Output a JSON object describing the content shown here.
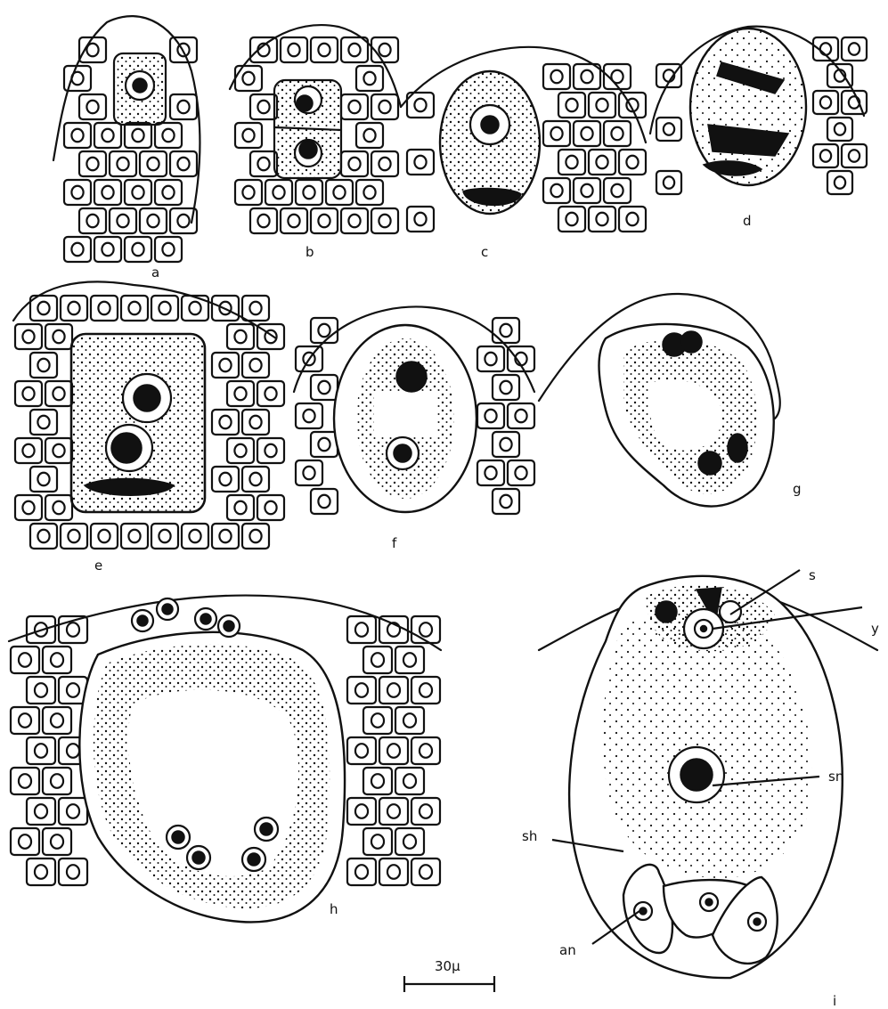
{
  "panels": [
    {
      "id": "a",
      "label": "a"
    },
    {
      "id": "b",
      "label": "b"
    },
    {
      "id": "c",
      "label": "c"
    },
    {
      "id": "d",
      "label": "d"
    },
    {
      "id": "e",
      "label": "e"
    },
    {
      "id": "f",
      "label": "f"
    },
    {
      "id": "g",
      "label": "g"
    },
    {
      "id": "h",
      "label": "h"
    },
    {
      "id": "i",
      "label": "i"
    }
  ],
  "annotations": {
    "s": "s",
    "y": "y",
    "sh": "sh",
    "sn": "sn",
    "an": "an"
  },
  "scale_bar": {
    "label": "30µ"
  },
  "colors": {
    "ink": "#111111",
    "paper": "#ffffff"
  }
}
